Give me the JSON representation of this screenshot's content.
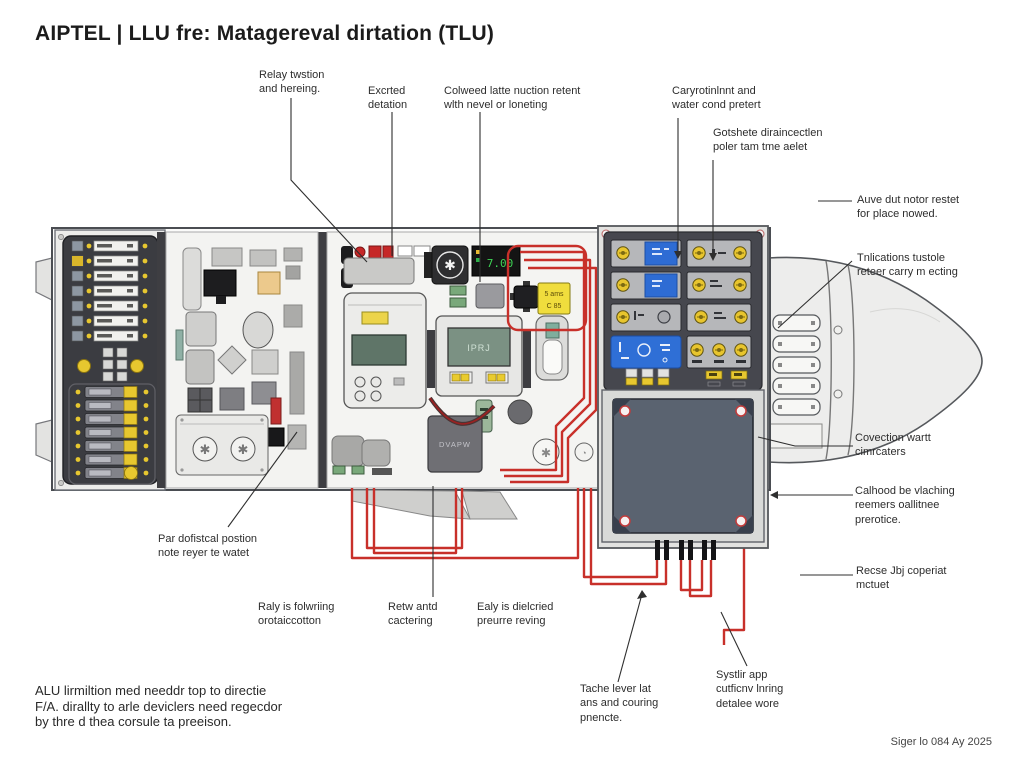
{
  "title": "AIPTEL | LLU fre: Matagereval dirtation (TLU)",
  "footer": "Siger lo 084 Ay 2025",
  "labels": {
    "relay": "Relay twstion\nand hereing.",
    "excrted": "Excrted\ndetation",
    "colweed": "Colweed latte nuction retent\nwlth nevel or loneting",
    "caryrotinlnnt": "Caryrotinlnnt and\nwater cond pretert",
    "gotshete": "Gotshete diraincectlen\npoler tam tme aelet",
    "auve": "Auve dut notor restet\nfor place nowed.",
    "tnlications": "Tnlications tustole\nreteer carry m ecting",
    "covection": "Covection wartt\ncimrcaters",
    "calhood": "Calhood be vlaching\nreemers oallitnee\nprerotice.",
    "recse": "Recse Jbj coperiat\nmctuet",
    "par": "Par dofistcal postion\nnote reyer te watet",
    "raly": "Raly is folwriing\norotaiccotton",
    "retw": "Retw antd\ncactering",
    "ealy": "Ealy is dielcried\npreurre reving",
    "tache": "Tache lever lat\nans and couring\npnencte.",
    "systlir": "Systlir app\ncutficnv lnring\ndetalee wore",
    "alu_note": "ALU lirmiltion med needdr top to directie\nF/A. dirallty to arle deviclers need regecdor\nby thre d thea corsule ta preeison."
  },
  "device_texts": {
    "lcd_main": "IPRJ",
    "display_reading": "7.00",
    "module_code": "DVAPW",
    "badge_line1": "5 ams",
    "badge_line2": "C 85"
  },
  "colors": {
    "wire_red": "#c8302a",
    "panel_dark": "#46474e",
    "knob_yellow": "#e8c52e",
    "accent_blue": "#2f6fd6",
    "board_gray": "#f3f3f1",
    "plate_bluegray": "#5a6370"
  }
}
